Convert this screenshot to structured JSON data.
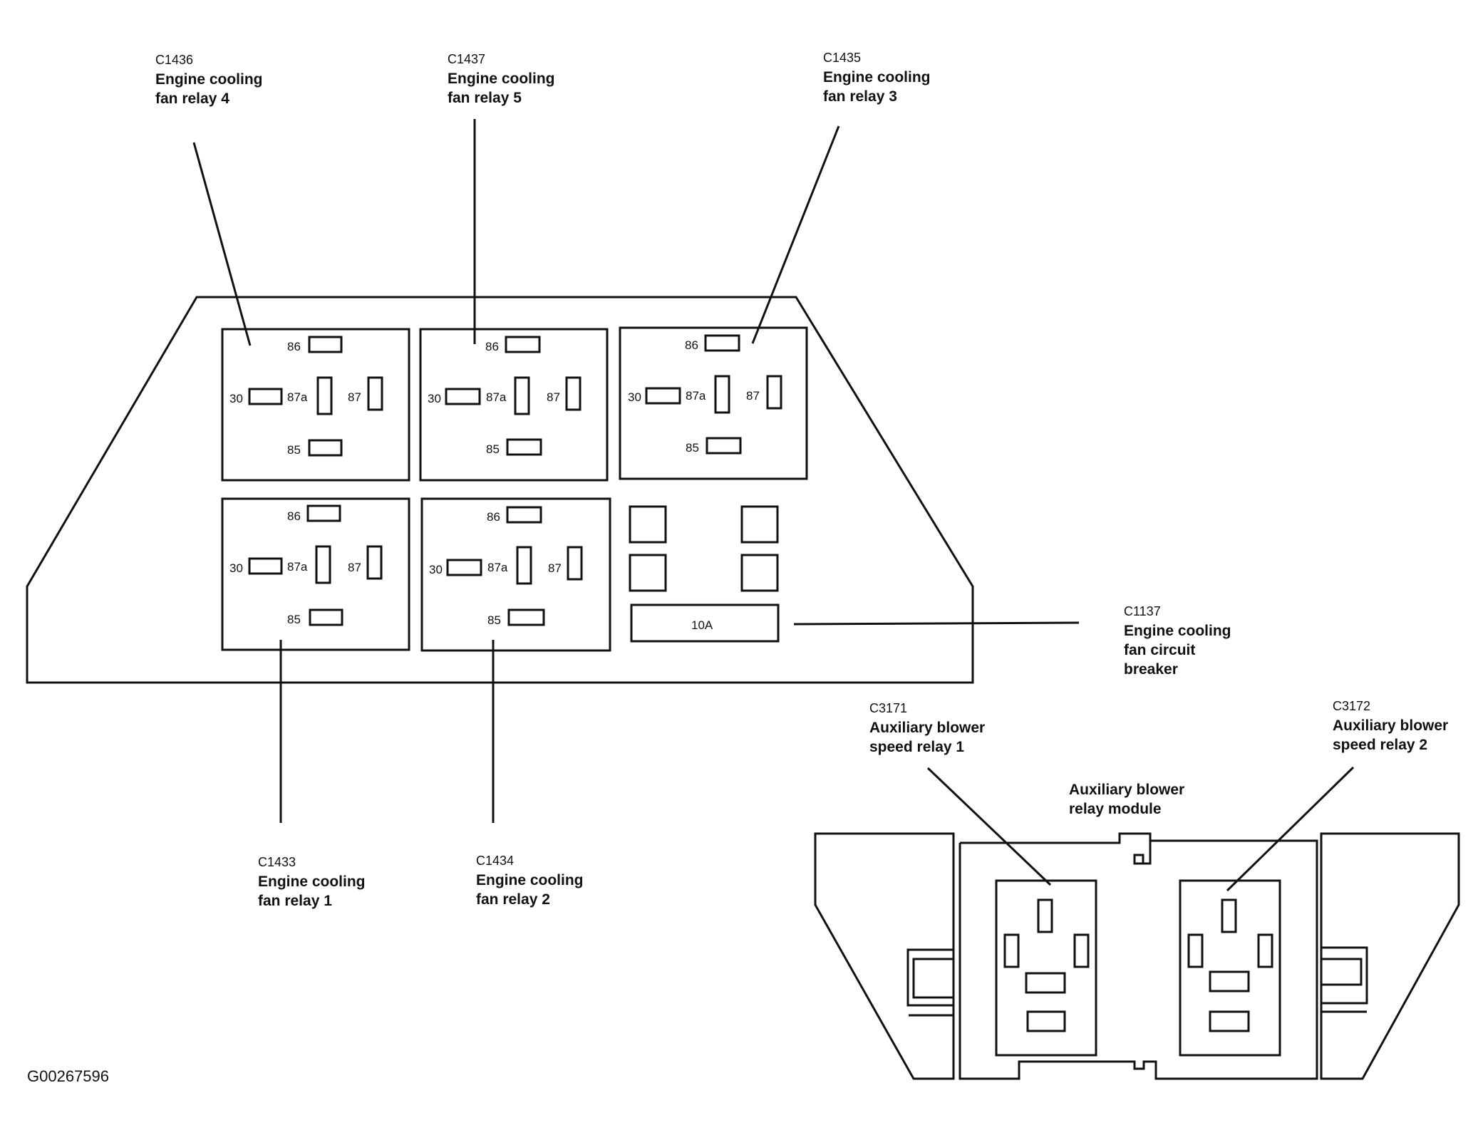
{
  "callouts": {
    "c1436": {
      "code": "C1436",
      "line1": "Engine cooling",
      "line2": "fan relay 4"
    },
    "c1437": {
      "code": "C1437",
      "line1": "Engine cooling",
      "line2": "fan relay 5"
    },
    "c1435": {
      "code": "C1435",
      "line1": "Engine cooling",
      "line2": "fan relay 3"
    },
    "c1433": {
      "code": "C1433",
      "line1": "Engine cooling",
      "line2": "fan relay 1"
    },
    "c1434": {
      "code": "C1434",
      "line1": "Engine cooling",
      "line2": "fan relay 2"
    },
    "c1137": {
      "code": "C1137",
      "line1": "Engine cooling",
      "line2": "fan circuit",
      "line3": "breaker"
    },
    "c3171": {
      "code": "C3171",
      "line1": "Auxiliary blower",
      "line2": "speed relay 1"
    },
    "c3172": {
      "code": "C3172",
      "line1": "Auxiliary blower",
      "line2": "speed relay 2"
    }
  },
  "module_label": {
    "line1": "Auxiliary blower",
    "line2": "relay module"
  },
  "terminals": {
    "t86": "86",
    "t30": "30",
    "t87a": "87a",
    "t87": "87",
    "t85": "85"
  },
  "breaker_label": "10A",
  "figure_id": "G00267596"
}
